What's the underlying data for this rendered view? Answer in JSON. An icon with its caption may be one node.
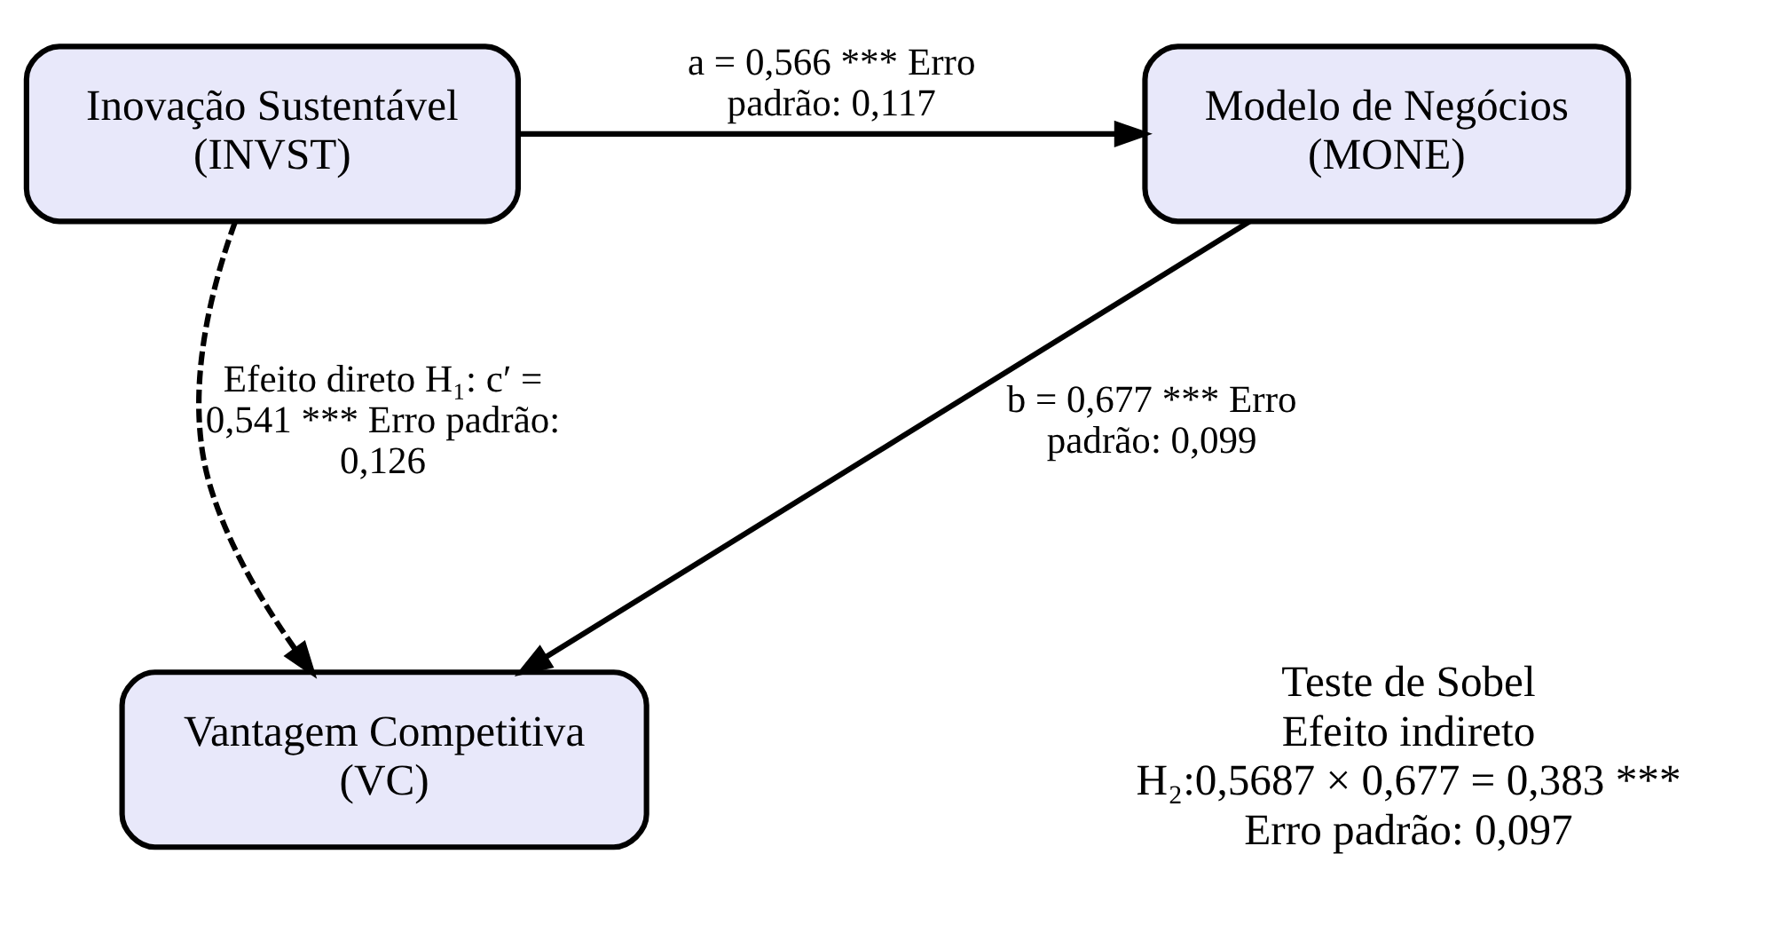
{
  "diagram": {
    "nodes": [
      {
        "text": [
          "Inovação Sustentável (INVST)"
        ]
      },
      {
        "text": [
          "Modelo de Negócios (MONE)"
        ]
      },
      {
        "text": [
          "Vantagem Competitiva (VC)"
        ]
      }
    ],
    "edges": [
      {
        "from": 0,
        "to": 1,
        "arrow": "to",
        "label": "a = 0,566 *** Erro padrão: 0,117"
      },
      {
        "from": 1,
        "to": 2,
        "arrow": "to",
        "label": "b = 0,677 *** Erro padrão: 0,099"
      },
      {
        "from": 0,
        "to": 2,
        "arrow": "to",
        "style": "dashed",
        "label": "Efeito direto H₁: c′ = 0,541 *** Erro padrão: 0,126"
      }
    ],
    "labels": [
      "Teste de Sobel",
      "Efeito indireto",
      "H₂:0,5687 × 0,677 = 0,383 ***",
      "Erro padrão: 0,097"
    ]
  }
}
